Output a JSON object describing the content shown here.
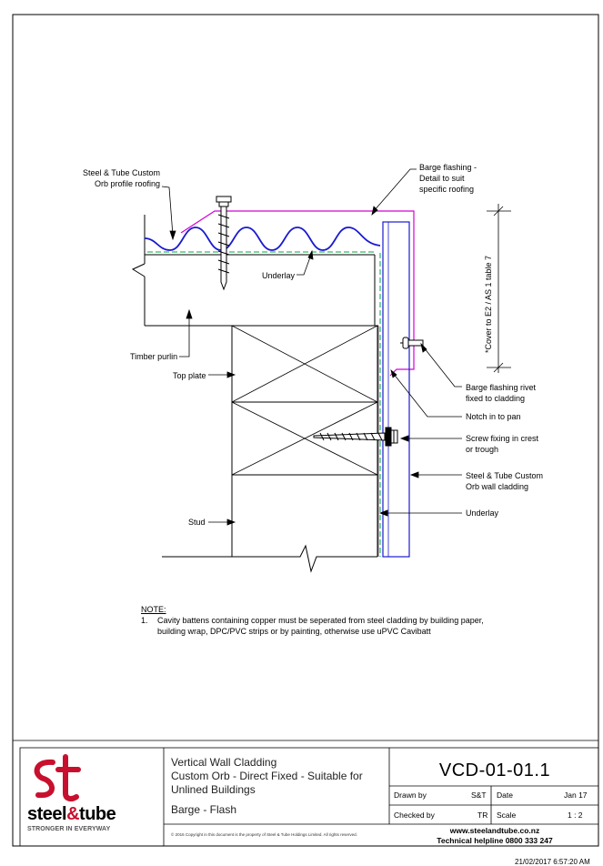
{
  "labels": {
    "roofing": "Steel & Tube Custom\nOrb profile roofing",
    "barge_flashing": "Barge flashing -\nDetail to suit\nspecific roofing",
    "underlay_top": "Underlay",
    "timber_purlin": "Timber purlin",
    "top_plate": "Top plate",
    "cover": "*Cover to E2 / AS 1 table 7",
    "rivet": "Barge flashing rivet\nfixed to cladding",
    "notch": "Notch in to pan",
    "screw": "Screw fixing in crest\nor trough",
    "wall_cladding": "Steel & Tube Custom\nOrb wall cladding",
    "underlay_side": "Underlay",
    "stud": "Stud"
  },
  "notes": {
    "heading": "NOTE:",
    "items": [
      {
        "num": "1.",
        "text": "Cavity battens containing copper must be seperated from steel cladding by building paper,\nbuilding wrap, DPC/PVC strips or by painting, otherwise use uPVC Cavibatt"
      }
    ]
  },
  "title_block": {
    "title": "Vertical Wall Cladding\nCustom Orb - Direct Fixed - Suitable for\nUnlined Buildings",
    "subtitle": "Barge - Flash",
    "copyright": "© 2016 Copyright in this document is the property of Steel & Tube Holdings Limited. All rights reserved.",
    "drawing_no": "VCD-01-01.1",
    "drawn_by_label": "Drawn by",
    "drawn_by": "S&T",
    "date_label": "Date",
    "date": "Jan 17",
    "checked_by_label": "Checked by",
    "checked_by": "TR",
    "scale_label": "Scale",
    "scale": "1 : 2",
    "website": "www.steelandtube.co.nz",
    "helpline": "Technical helpline 0800 333 247"
  },
  "logo": {
    "mark": "st",
    "word_part1": "steel",
    "word_part2": "&",
    "word_part3": "tube",
    "tagline": "STRONGER IN EVERYWAY"
  },
  "timestamp": "21/02/2017 6:57:20 AM",
  "colors": {
    "roofing": "#1a1ad0",
    "flashing": "#d400d4",
    "underlay": "#00aa44",
    "brand_red": "#c8102e"
  }
}
